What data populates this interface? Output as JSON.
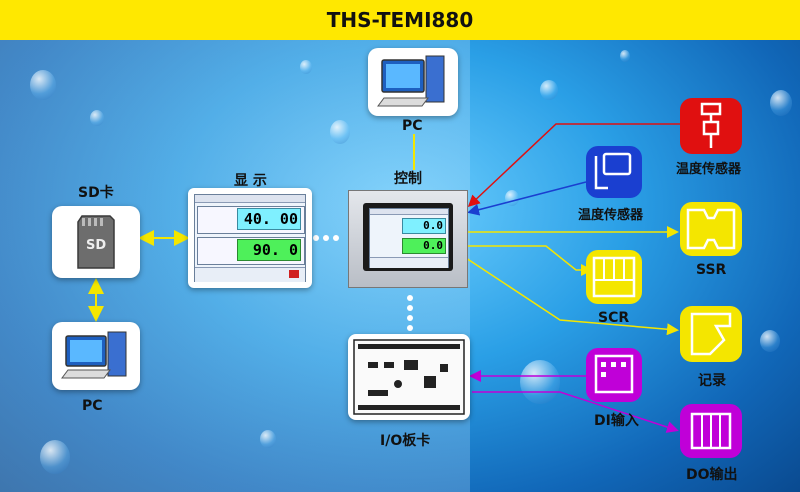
{
  "title": "THS-TEMI880",
  "labels": {
    "sd_card": "SD卡",
    "sd_icon": "SD",
    "pc_bottom": "PC",
    "pc_top": "PC",
    "display": "显 示",
    "control": "控制",
    "io_board": "I/O板卡",
    "temp_sensor_red": "温度传感器",
    "temp_sensor_blue": "温度传感器",
    "ssr": "SSR",
    "scr": "SCR",
    "record": "记录",
    "di": "DI输入",
    "do": "DO输出"
  },
  "display_panel": {
    "value1": "40. 00",
    "value2": "90. 0"
  },
  "control_panel": {
    "value1": "0.0",
    "value2": "0.0"
  },
  "colors": {
    "title_bg": "#ffe800",
    "red_line": "#e01010",
    "blue_line": "#1a3fd0",
    "yellow_line": "#f4e600",
    "purple_line": "#c000d8"
  }
}
